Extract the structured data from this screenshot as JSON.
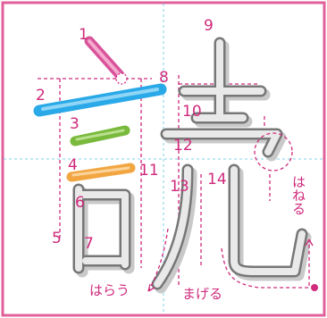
{
  "colors": {
    "border": "#e0609a",
    "guide": "#7fd0ea",
    "stroke_shadow": "#c9c9c9",
    "stroke_outline": "#777777",
    "stroke_fill": "#e9e9e9",
    "highlight_1": "#d9539a",
    "highlight_2": "#2aa9e8",
    "highlight_3": "#79b93c",
    "highlight_4": "#f2a642",
    "accent": "#cf2a7c"
  },
  "stroke_numbers": [
    "1",
    "2",
    "3",
    "4",
    "5",
    "6",
    "7",
    "8",
    "9",
    "10",
    "11",
    "12",
    "13",
    "14"
  ],
  "annotations": {
    "harau": "はらう",
    "mageru": "まげる",
    "haneru": "はねる"
  }
}
